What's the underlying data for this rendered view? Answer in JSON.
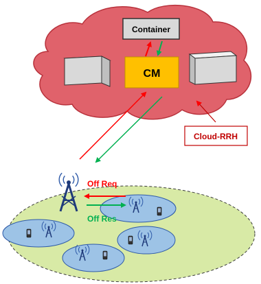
{
  "labels": {
    "container": "Container",
    "cm": "CM",
    "cloud_rrh": "Cloud-RRH",
    "off_req": "Off Req",
    "off_res": "Off Res"
  },
  "colors": {
    "cloud_fill": "#e0626b",
    "cloud_stroke": "#b8323c",
    "cm_fill": "#ffc000",
    "container_fill": "#d9d9d9",
    "server_fill": "#dcdcdc",
    "request_arrow": "#ff0000",
    "response_arrow": "#00b050",
    "cell_fill": "#d8eaa6",
    "small_cell_fill": "#9dc3e6",
    "tower": "#1f3a7a",
    "callout_border": "#c00000",
    "callout_text": "#c00000"
  },
  "icons": [
    "cloud-shape",
    "server-box-icon",
    "cell-tower-icon",
    "mobile-phone-icon",
    "radio-waves-icon"
  ]
}
